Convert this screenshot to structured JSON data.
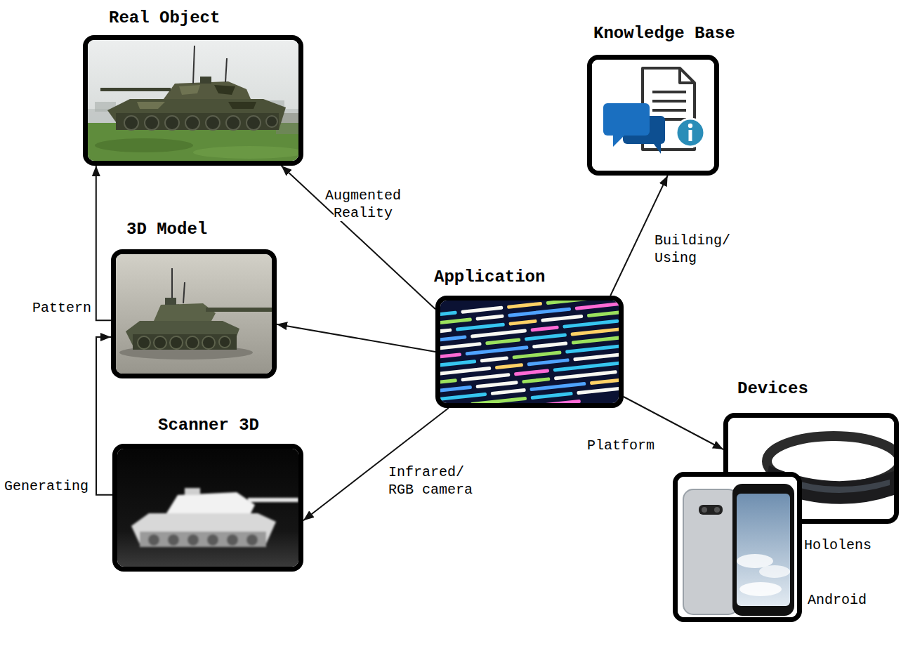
{
  "diagram": {
    "nodes": [
      {
        "text": [
          "Real Object"
        ]
      },
      {
        "text": [
          "Knowledge Base"
        ]
      },
      {
        "text": [
          "3D Model"
        ]
      },
      {
        "text": [
          "Application"
        ]
      },
      {
        "text": [
          "Scanner 3D"
        ]
      },
      {
        "text": [
          "Devices",
          "Hololens"
        ]
      },
      {
        "text": [
          "Android"
        ]
      }
    ],
    "edges": [
      {
        "from": 3,
        "to": 0,
        "label": "Augmented Reality",
        "arrow": "to"
      },
      {
        "from": 3,
        "to": 1,
        "label": "Building/ Using",
        "arrow": "to"
      },
      {
        "from": 3,
        "to": 2,
        "arrow": "to"
      },
      {
        "from": 2,
        "to": 0,
        "label": "Pattern",
        "arrow": "to"
      },
      {
        "from": 4,
        "to": 2,
        "label": "Generating",
        "arrow": "to"
      },
      {
        "from": 3,
        "to": 4,
        "label": "Infrared/ RGB camera",
        "arrow": "to"
      },
      {
        "from": 3,
        "to": 5,
        "label": "Platform",
        "arrow": "to"
      }
    ]
  }
}
